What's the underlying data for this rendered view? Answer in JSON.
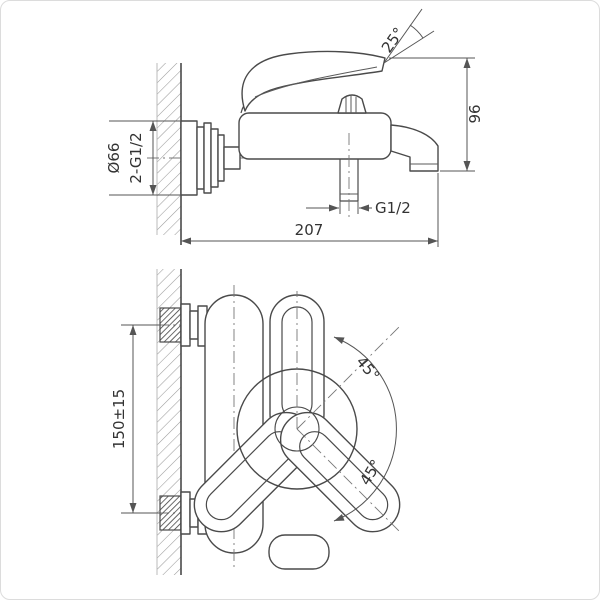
{
  "drawing": {
    "side_view": {
      "handle_angle": "25°",
      "flange_diameter": "Ø66",
      "wall_thread": "2-G1/2",
      "height": "96",
      "outlet_thread": "G1/2",
      "width": "207"
    },
    "front_view": {
      "inlet_spacing": "150±15",
      "swing_angle_upper": "45°",
      "swing_angle_lower": "45°"
    }
  },
  "colors": {
    "line": "#4a4a4a",
    "dimension": "#555555",
    "text": "#333333",
    "hatch": "#9a9a9a",
    "border": "#dcdcdc",
    "background": "#ffffff"
  }
}
